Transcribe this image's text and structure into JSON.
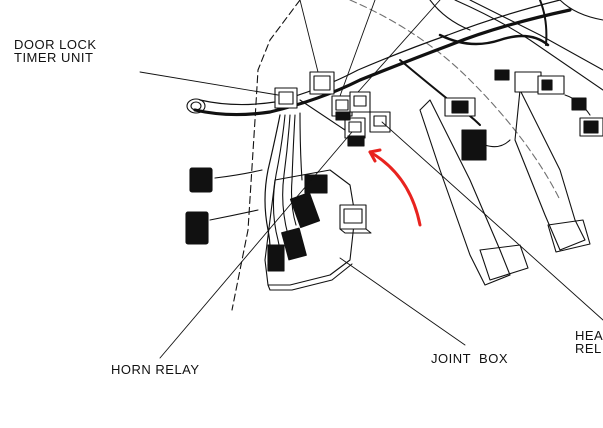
{
  "labels": {
    "door_lock_line1": "DOOR LOCK",
    "door_lock_line2": "TIMER UNIT",
    "horn_relay": "HORN RELAY",
    "joint_box": "JOINT  BOX",
    "head_partial_line1": "HEA",
    "head_partial_line2": "REL"
  },
  "annotation": {
    "arrow_color": "#e8231f"
  }
}
